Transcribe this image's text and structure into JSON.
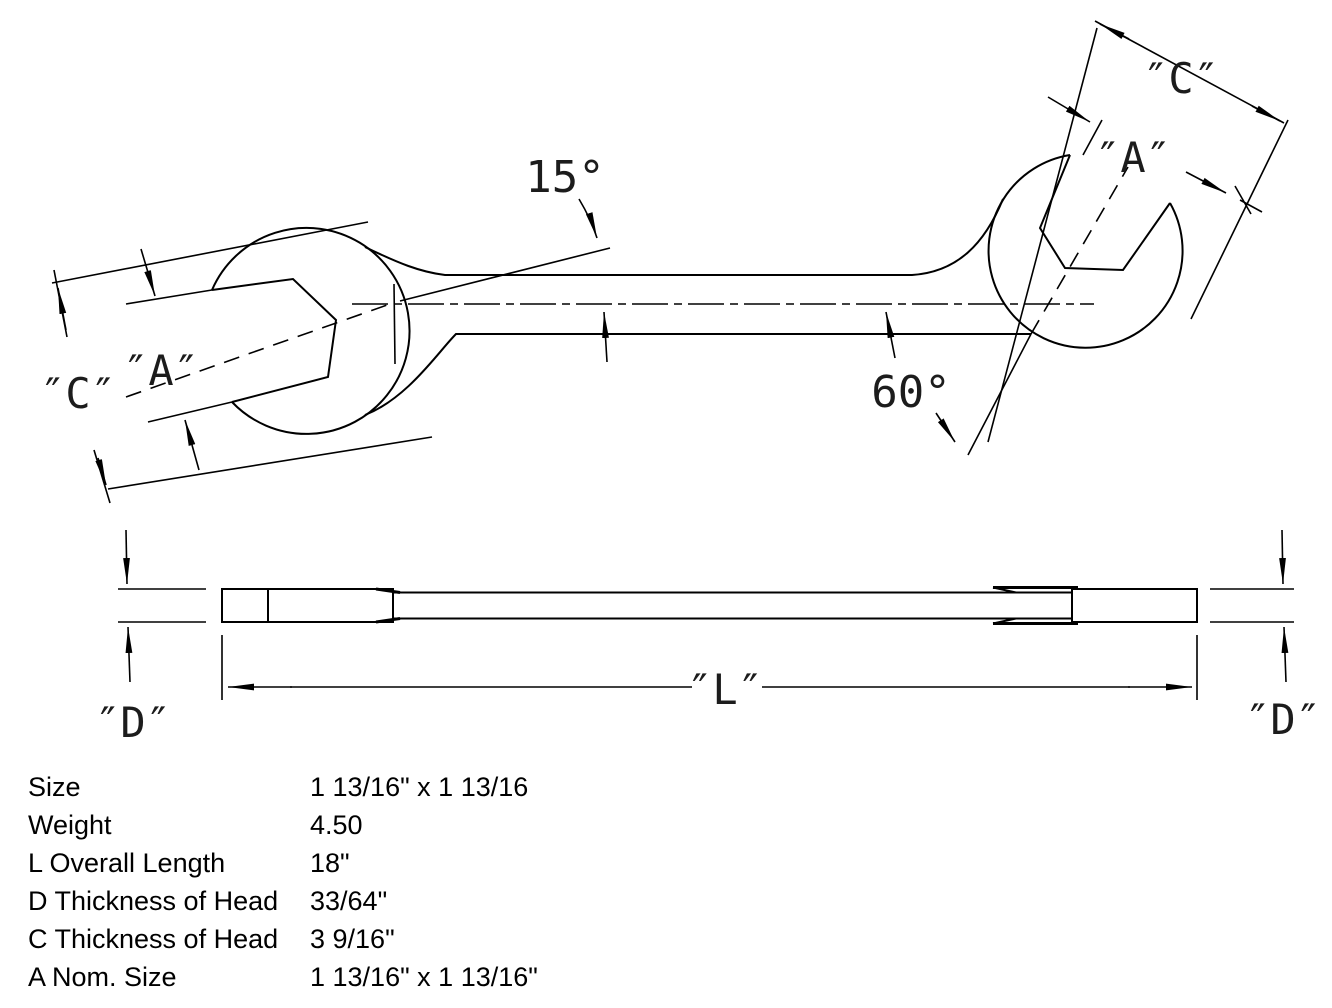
{
  "drawing": {
    "title": "double open-end wrench dimension drawing",
    "line_color": "#000000",
    "angle_labels": {
      "left": "15°",
      "right": "60°"
    },
    "dim_labels": {
      "c_left": "″C″",
      "a_left": "″A″",
      "c_right": "″C″",
      "a_right": "″A″",
      "l": "″L″",
      "d_left": "″D″",
      "d_right": "″D″"
    }
  },
  "specs": {
    "rows": [
      {
        "label": "Size",
        "value": "1 13/16\" x 1 13/16"
      },
      {
        "label": "Weight",
        "value": "4.50"
      },
      {
        "label": "L Overall Length",
        "value": "18\""
      },
      {
        "label": "D Thickness of Head",
        "value": "33/64\""
      },
      {
        "label": "C Thickness of Head",
        "value": "3 9/16\""
      },
      {
        "label": "A Nom. Size",
        "value": "1 13/16\" x 1 13/16\""
      }
    ]
  }
}
